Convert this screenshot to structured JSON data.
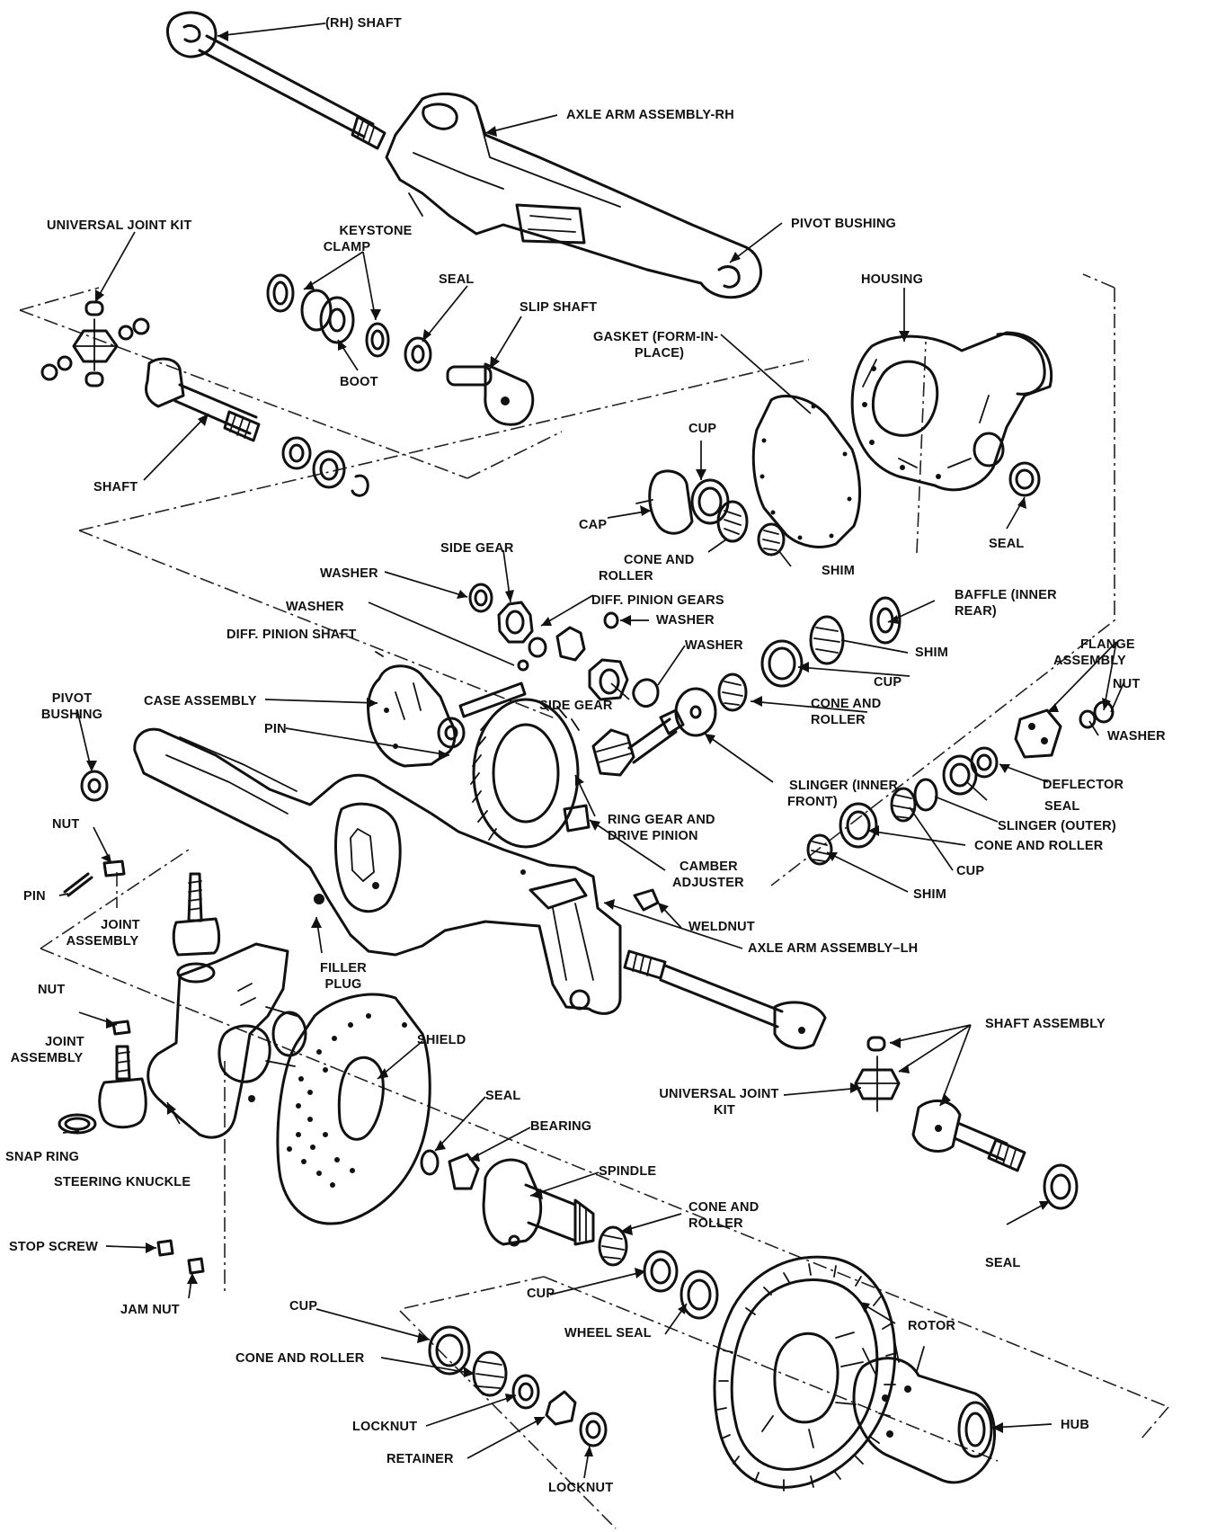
{
  "labels": {
    "rh_shaft": "(RH) SHAFT",
    "axle_arm_rh": "AXLE ARM ASSEMBLY-RH",
    "universal_joint_kit_top": "UNIVERSAL JOINT KIT",
    "keystone_clamp_1": "KEYSTONE",
    "keystone_clamp_2": "CLAMP",
    "seal_top": "SEAL",
    "pivot_bushing_top": "PIVOT BUSHING",
    "slip_shaft": "SLIP SHAFT",
    "housing": "HOUSING",
    "boot": "BOOT",
    "gasket_1": "GASKET (FORM-IN-",
    "gasket_2": "PLACE)",
    "shaft_left": "SHAFT",
    "cup_top": "CUP",
    "cap": "CAP",
    "seal_housing": "SEAL",
    "cone_roller_top_1": "CONE AND",
    "cone_roller_top_2": "ROLLER",
    "shim_top": "SHIM",
    "side_gear_top": "SIDE GEAR",
    "washer_1": "WASHER",
    "diff_pinion_gears": "DIFF. PINION GEARS",
    "baffle_1": "BAFFLE (INNER",
    "baffle_2": "REAR)",
    "washer_2": "WASHER",
    "washer_3": "WASHER",
    "diff_pinion_shaft": "DIFF. PINION SHAFT",
    "washer_4": "WASHER",
    "shim_mid": "SHIM",
    "flange_assembly_1": "FLANGE",
    "flange_assembly_2": "ASSEMBLY",
    "pivot_bushing_left_1": "PIVOT",
    "pivot_bushing_left_2": "BUSHING",
    "case_assembly": "CASE ASSEMBLY",
    "side_gear_mid": "SIDE GEAR",
    "cup_mid": "CUP",
    "nut_right": "NUT",
    "cone_roller_mid_1": "CONE AND",
    "cone_roller_mid_2": "ROLLER",
    "washer_right": "WASHER",
    "pin_top": "PIN",
    "slinger_inner_1": "SLINGER (INNER",
    "slinger_inner_2": "FRONT)",
    "deflector": "DEFLECTOR",
    "seal_right": "SEAL",
    "slinger_outer": "SLINGER (OUTER)",
    "ring_gear_1": "RING GEAR AND",
    "ring_gear_2": "DRIVE PINION",
    "cone_roller_right": "CONE AND ROLLER",
    "nut_left": "NUT",
    "camber_adjuster_1": "CAMBER",
    "camber_adjuster_2": "ADJUSTER",
    "cup_right": "CUP",
    "pin_left": "PIN",
    "shim_right": "SHIM",
    "joint_assembly_top_1": "JOINT",
    "joint_assembly_top_2": "ASSEMBLY",
    "weldnut": "WELDNUT",
    "axle_arm_lh": "AXLE ARM ASSEMBLY–LH",
    "filler_plug_1": "FILLER",
    "filler_plug_2": "PLUG",
    "nut_knuckle": "NUT",
    "shaft_assembly": "SHAFT ASSEMBLY",
    "shield": "SHIELD",
    "joint_assembly_low_1": "JOINT",
    "joint_assembly_low_2": "ASSEMBLY",
    "seal_spindle": "SEAL",
    "universal_joint_kit_low_1": "UNIVERSAL JOINT",
    "universal_joint_kit_low_2": "KIT",
    "bearing": "BEARING",
    "snap_ring": "SNAP RING",
    "spindle": "SPINDLE",
    "steering_knuckle": "STEERING KNUCKLE",
    "cone_roller_low_1": "CONE AND",
    "cone_roller_low_2": "ROLLER",
    "stop_screw": "STOP SCREW",
    "seal_bottom": "SEAL",
    "jam_nut": "JAM NUT",
    "cup_low": "CUP",
    "cup_hub": "CUP",
    "rotor": "ROTOR",
    "wheel_seal": "WHEEL SEAL",
    "cone_roller_bottom": "CONE AND ROLLER",
    "locknut_1": "LOCKNUT",
    "hub": "HUB",
    "retainer": "RETAINER",
    "locknut_2": "LOCKNUT"
  }
}
